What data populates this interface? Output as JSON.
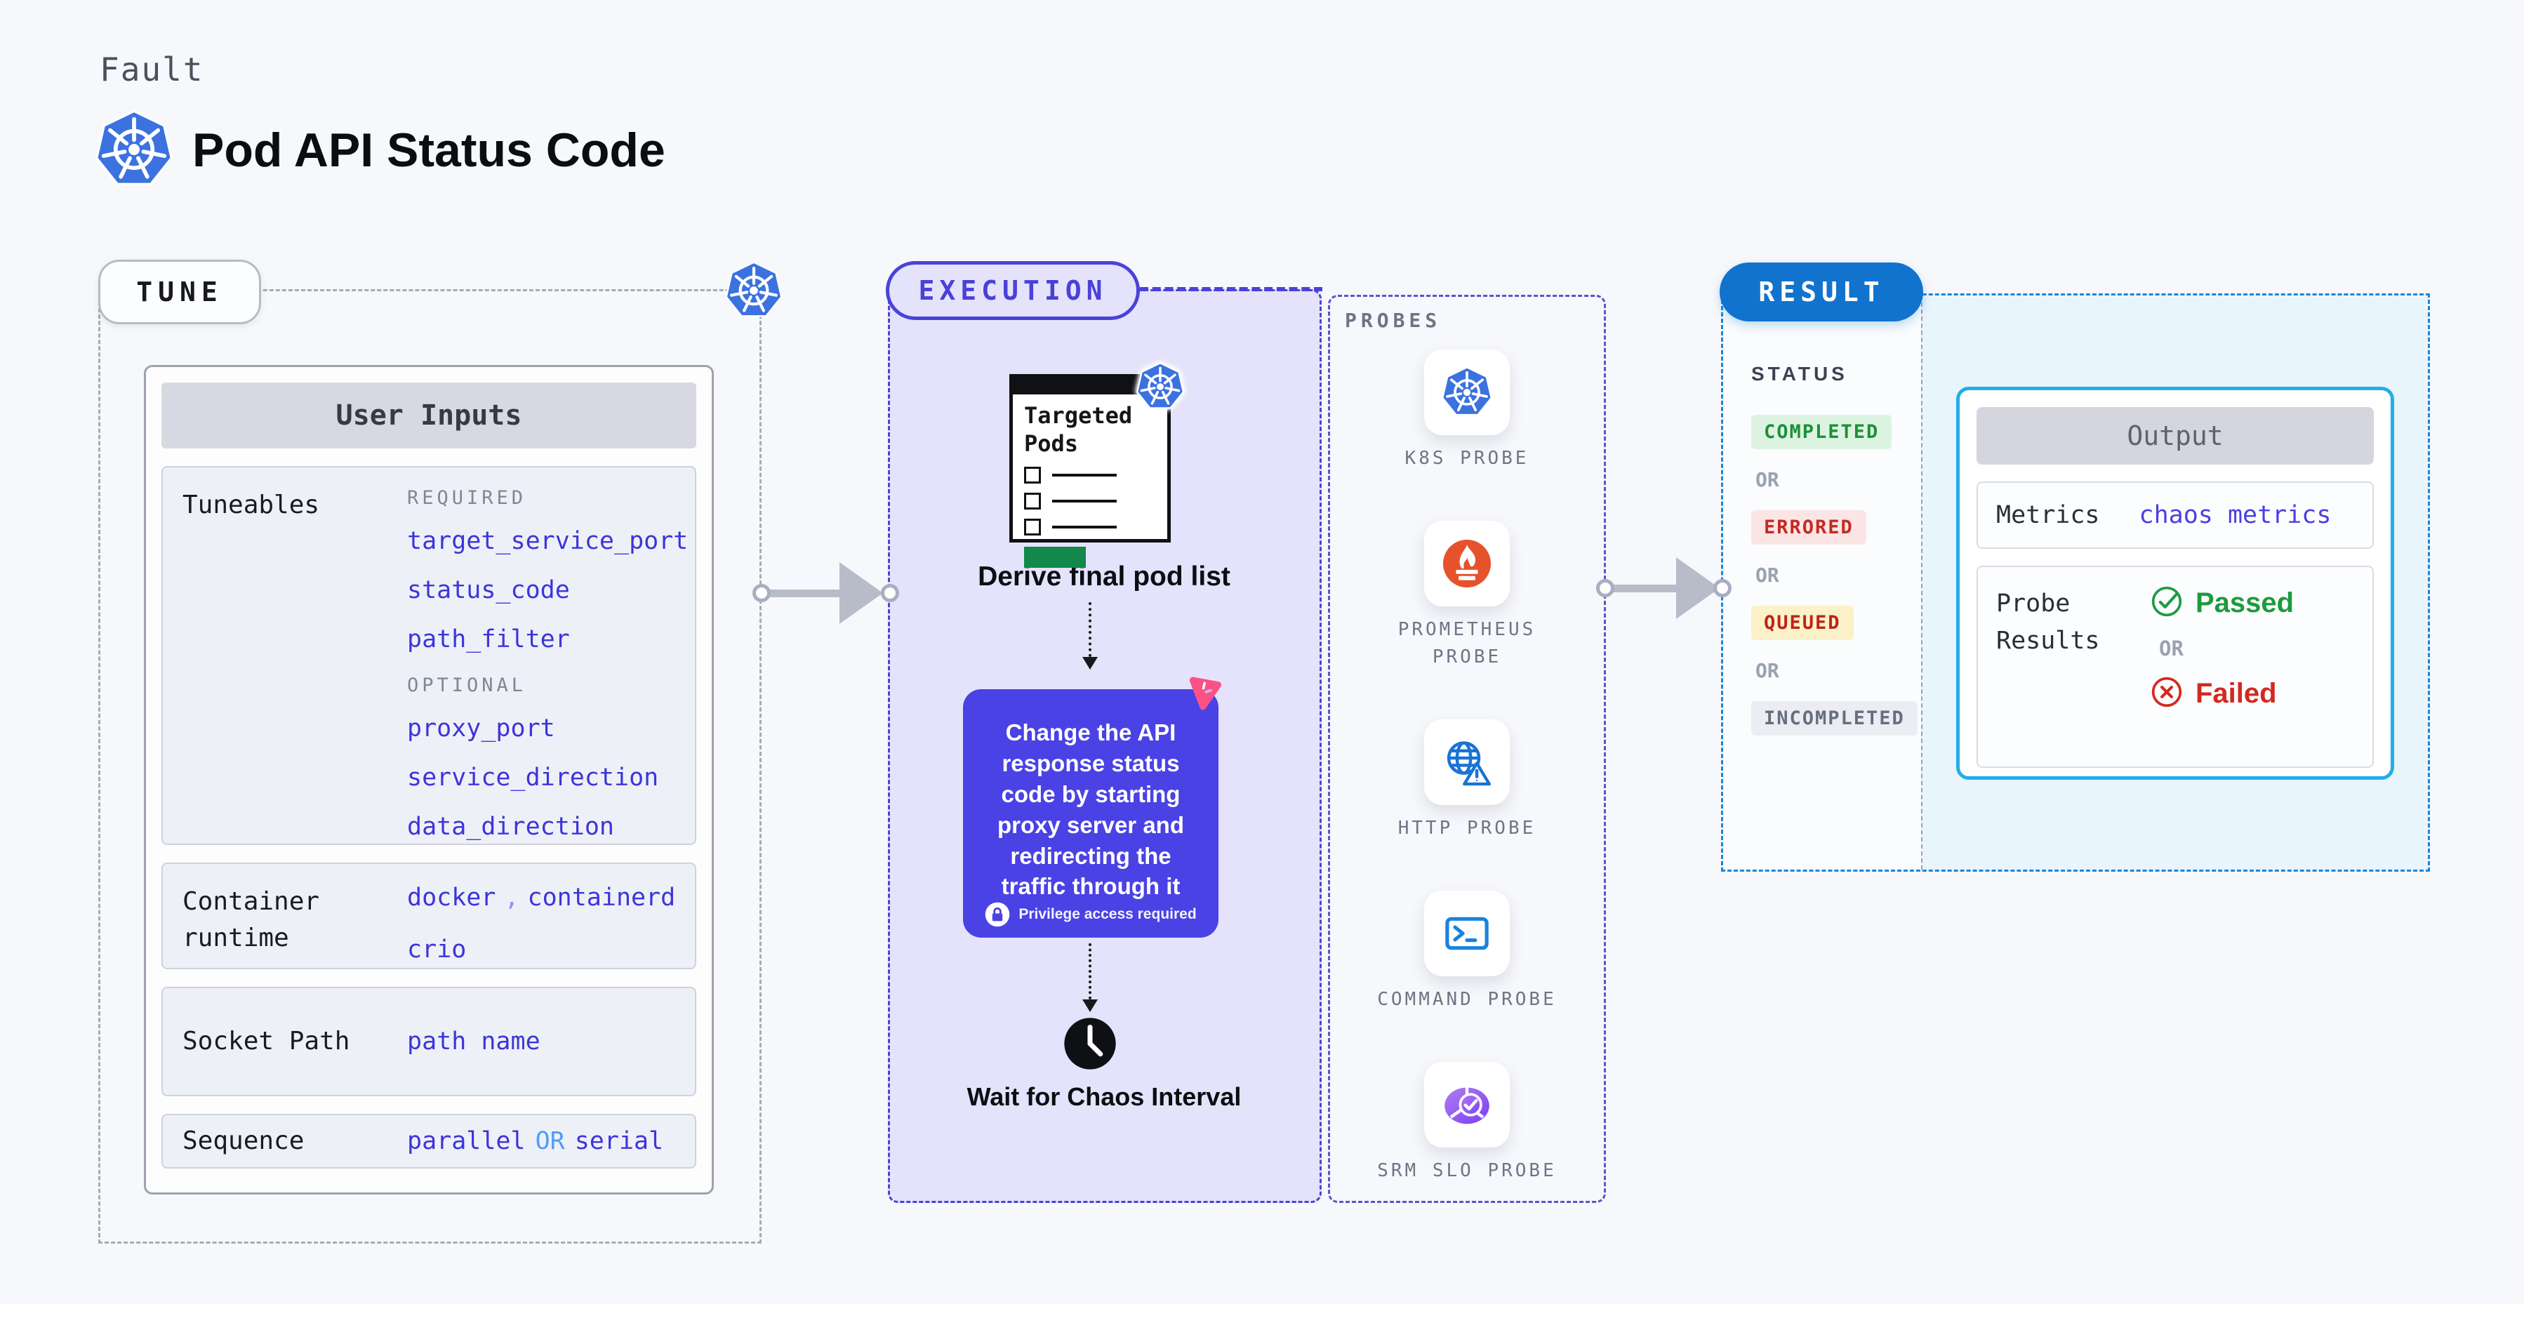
{
  "header": {
    "kicker": "Fault",
    "title": "Pod API Status Code"
  },
  "tune": {
    "pill_label": "TUNE",
    "user_inputs_title": "User Inputs",
    "tuneables": {
      "label": "Tuneables",
      "required_heading": "REQUIRED",
      "required_items": [
        "target_service_port",
        "status_code",
        "path_filter"
      ],
      "optional_heading": "OPTIONAL",
      "optional_items": [
        "proxy_port",
        "service_direction",
        "data_direction"
      ]
    },
    "container_runtime": {
      "label": "Container runtime",
      "value_1": "docker",
      "separator": ",",
      "value_2": "containerd",
      "value_3": "crio"
    },
    "socket_path": {
      "label": "Socket Path",
      "value": "path name"
    },
    "sequence": {
      "label": "Sequence",
      "option_1": "parallel",
      "conjunction": "OR",
      "option_2": "serial"
    }
  },
  "execution": {
    "pill_label": "EXECUTION",
    "targeted_pods_title": "Targeted Pods",
    "derive_step_label": "Derive final pod list",
    "action_description": "Change the API response status code by starting proxy server and redirecting the traffic through it",
    "privilege_note": "Privilege access required",
    "wait_step_label": "Wait for Chaos Interval"
  },
  "probes": {
    "section_label": "PROBES",
    "items": [
      {
        "icon": "kubernetes-icon",
        "label": "K8S PROBE"
      },
      {
        "icon": "prometheus-icon",
        "label": "PROMETHEUS PROBE"
      },
      {
        "icon": "http-globe-warning-icon",
        "label": "HTTP PROBE"
      },
      {
        "icon": "terminal-icon",
        "label": "COMMAND PROBE"
      },
      {
        "icon": "srm-slo-pie-check-icon",
        "label": "SRM SLO PROBE"
      }
    ]
  },
  "result": {
    "pill_label": "RESULT",
    "status_heading": "STATUS",
    "or_label": "OR",
    "statuses": [
      {
        "label": "COMPLETED",
        "fg": "#1d9038",
        "bg": "#ddf3e1"
      },
      {
        "label": "ERRORED",
        "fg": "#c42a24",
        "bg": "#fbe5e5"
      },
      {
        "label": "QUEUED",
        "fg": "#bf2318",
        "bg": "#fdf1c9"
      },
      {
        "label": "INCOMPLETED",
        "fg": "#676e7d",
        "bg": "#ebedf3"
      }
    ],
    "output": {
      "title": "Output",
      "metrics_label": "Metrics",
      "metrics_value": "chaos metrics",
      "probe_results_label": "Probe Results",
      "passed_label": "Passed",
      "or_label": "OR",
      "failed_label": "Failed"
    }
  },
  "colors": {
    "accent_indigo": "#4a42e4",
    "code_indigo": "#3c35da",
    "accent_blue_pill": "#1173cd",
    "result_dash_blue": "#1a86d8",
    "output_border_cyan": "#22aee8",
    "kubernetes_blue": "#3b72e0",
    "prometheus_orange": "#e6522c",
    "passed_green": "#1d9b3c",
    "failed_red": "#d3291f",
    "chaos_pink": "#fb5285"
  }
}
